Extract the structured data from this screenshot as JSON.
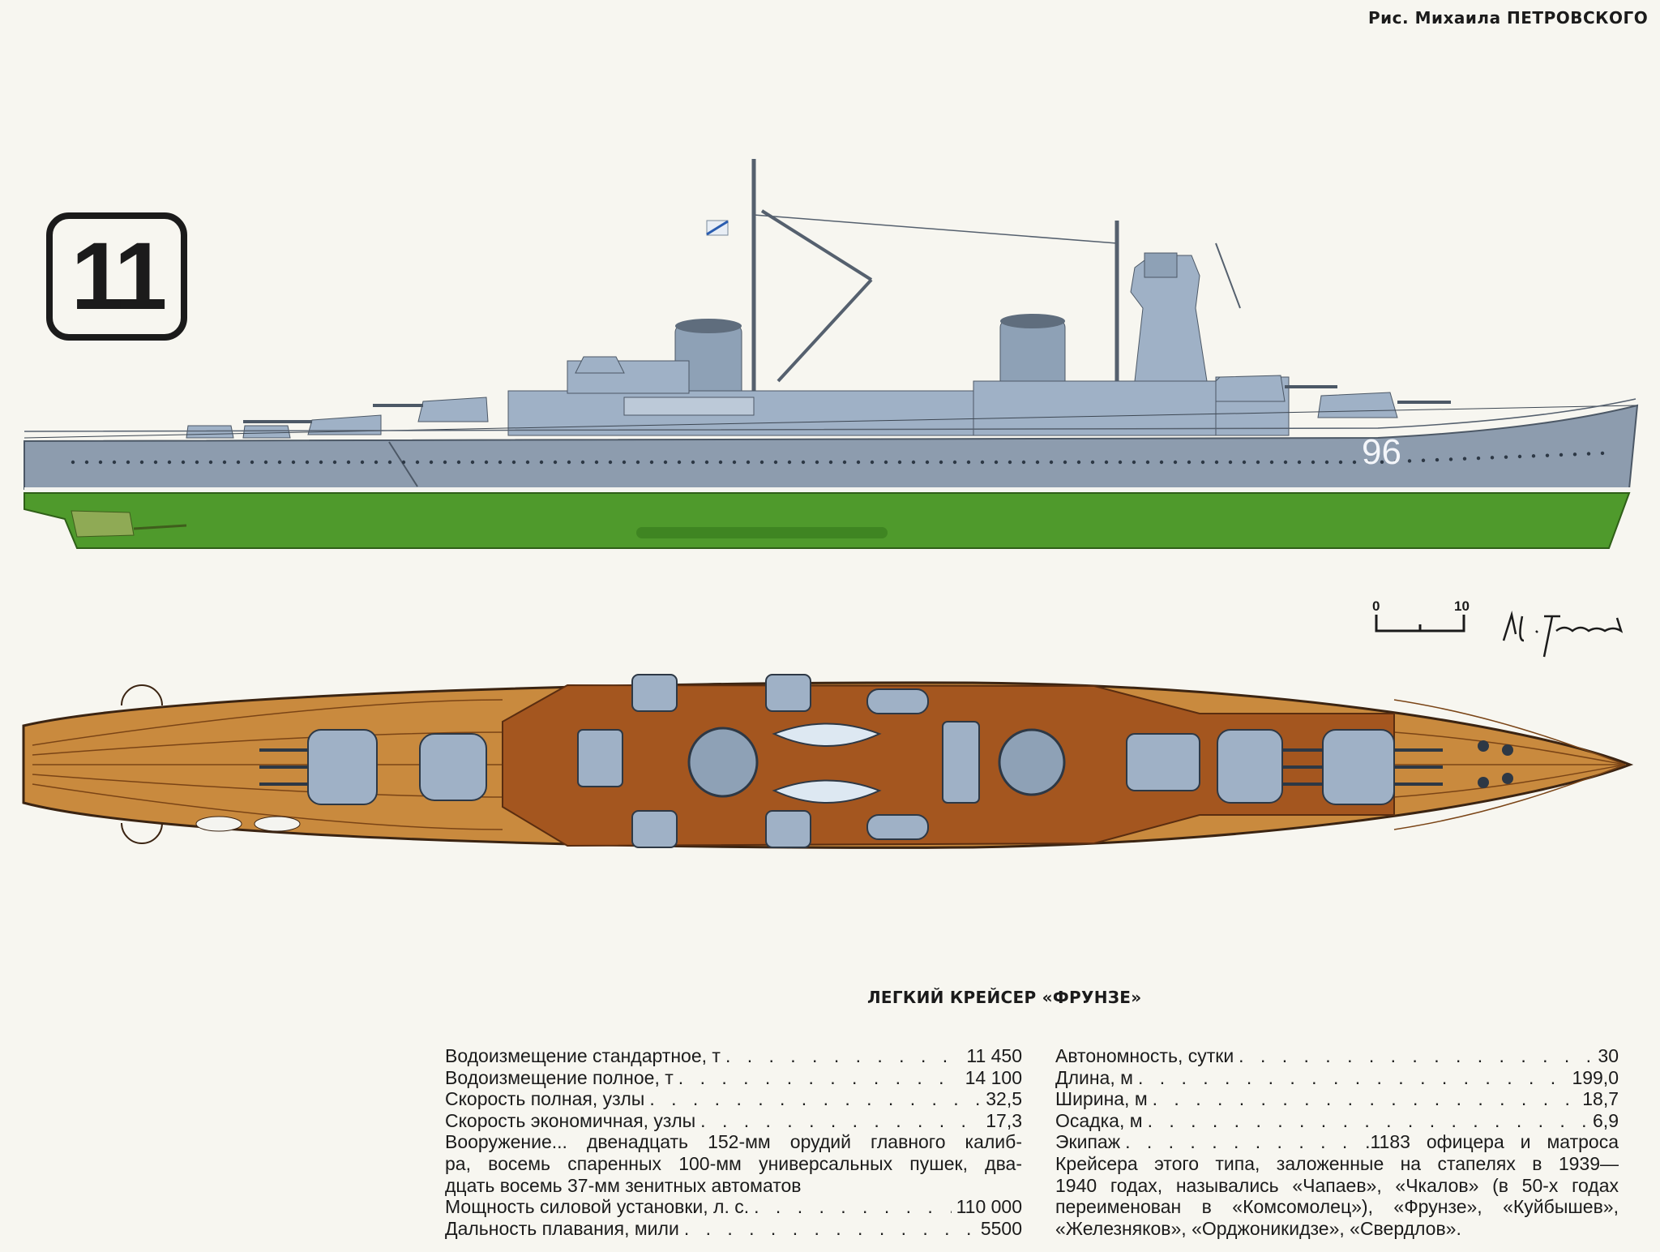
{
  "credit": "Рис. Михаила ПЕТРОВСКОГО",
  "plate_number": "11",
  "hull_number": "96",
  "scale": {
    "start": "0",
    "end": "10"
  },
  "signature": "М. Петровский",
  "title": "ЛЕГКИЙ КРЕЙСЕР «ФРУНЗЕ»",
  "specs_left": [
    {
      "label": "Водоизмещение стандартное, т",
      "value": "11 450"
    },
    {
      "label": "Водоизмещение полное, т",
      "value": "14 100"
    },
    {
      "label": "Скорость полная, узлы",
      "value": "32,5"
    },
    {
      "label": "Скорость экономичная, узлы",
      "value": "17,3"
    }
  ],
  "armament_lines": [
    "Вооружение... двенадцать 152-мм орудий главного калиб-",
    "ра, восемь спаренных 100-мм универсальных пушек, два-",
    "дцать восемь 37-мм зенитных автоматов"
  ],
  "specs_left_2": [
    {
      "label": "Мощность силовой установки, л. с.",
      "value": "110 000"
    },
    {
      "label": "Дальность плавания, мили",
      "value": "5500"
    }
  ],
  "specs_right": [
    {
      "label": "Автономность, сутки",
      "value": "30"
    },
    {
      "label": "Длина, м",
      "value": "199,0"
    },
    {
      "label": "Ширина, м",
      "value": "18,7"
    },
    {
      "label": "Осадка, м",
      "value": "6,9"
    }
  ],
  "crew": {
    "label": "Экипаж",
    "value": ".1183 офицера и матроса"
  },
  "history_lines": [
    "Крейсера этого типа, заложенные на стапелях в 1939—",
    "1940 годах, назывались «Чапаев», «Чкалов» (в 50-х годах",
    "переименован в «Комсомолец»), «Фрунзе», «Куйбышев»,",
    "«Железняков», «Орджоникидзе», «Свердлов»."
  ],
  "colors": {
    "hull": "#8d9cae",
    "superstructure": "#9fb1c6",
    "underwater": "#4f9a2c",
    "deck": "#c98a3e",
    "deck_dark": "#a4561f"
  }
}
